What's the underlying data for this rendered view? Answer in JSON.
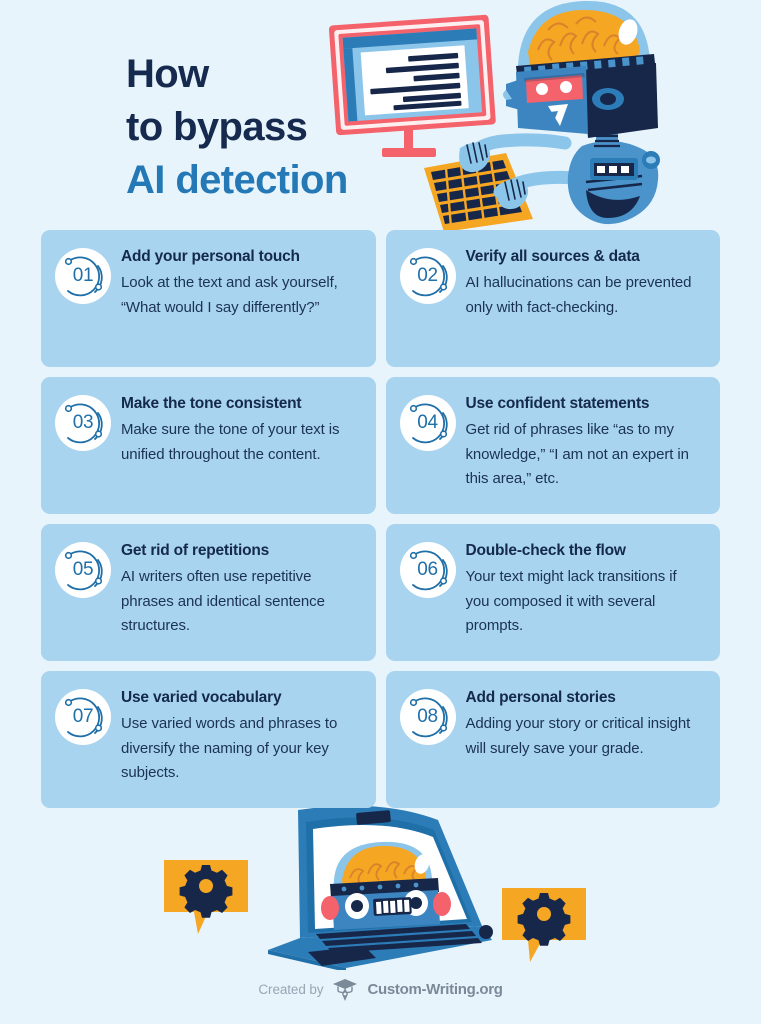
{
  "header": {
    "title_lines": [
      "How",
      "to bypass",
      "AI detection"
    ],
    "accent_line_index": 2
  },
  "colors": {
    "page_background": "#e8f4fb",
    "card_background": "#a8d4f0",
    "title_dark": "#152a4e",
    "title_accent": "#2378b5",
    "badge_ring": "#1f6fa8",
    "badge_disc": "#ffffff",
    "robot_blue": "#3d85c0",
    "robot_navy": "#16274a",
    "brain_orange": "#f5a623",
    "accent_coral": "#f4626b",
    "keyboard_orange": "#f5a623",
    "footer_text": "#98a6b4"
  },
  "cards": [
    {
      "number": "01",
      "title": "Add your personal touch",
      "body": "Look at the text and ask yourself, “What would I say differently?”"
    },
    {
      "number": "02",
      "title": "Verify all sources & data",
      "body": "AI hallucinations can be prevented only with fact-checking."
    },
    {
      "number": "03",
      "title": "Make the tone consistent",
      "body": "Make sure the tone of your text is unified throughout the content."
    },
    {
      "number": "04",
      "title": "Use confident statements",
      "body": "Get rid of phrases like “as to my knowledge,” “I am not an expert in this area,” etc."
    },
    {
      "number": "05",
      "title": "Get rid of repetitions",
      "body": "AI writers often use repetitive phrases and identical sentence structures."
    },
    {
      "number": "06",
      "title": "Double-check the flow",
      "body": "Your text might lack transitions if you composed it with several prompts."
    },
    {
      "number": "07",
      "title": "Use varied vocabulary",
      "body": "Use varied words and phrases to diversify the naming of your key subjects."
    },
    {
      "number": "08",
      "title": "Add personal stories",
      "body": "Adding your story or critical insight will surely save your grade."
    }
  ],
  "illustrations": {
    "hero": {
      "name": "robot-typing-at-monitor",
      "parts": [
        "desktop-monitor",
        "document-on-screen",
        "robot-head-with-brain",
        "robot-torso",
        "robot-hands",
        "orange-keyboard"
      ]
    },
    "footer": {
      "name": "laptop-with-robot-face",
      "parts": [
        "laptop",
        "robot-face-on-screen",
        "gear-speech-bubble-left",
        "gear-speech-bubble-right"
      ]
    }
  },
  "footer": {
    "created_by_label": "Created by",
    "brand": "Custom-Writing.org",
    "logo_icon": "graduation-cap-pen-icon"
  }
}
